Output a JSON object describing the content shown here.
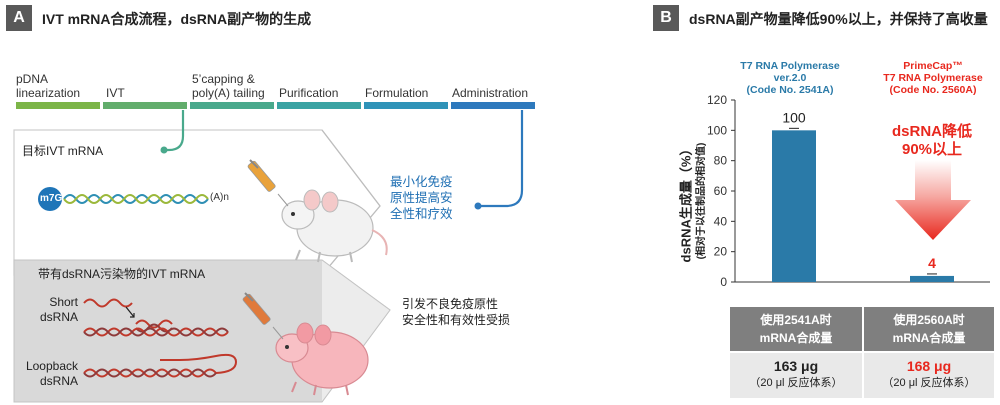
{
  "panel_a": {
    "letter": "A",
    "title": "IVT mRNA合成流程，dsRNA副产物的生成",
    "steps": [
      {
        "label_line1": "pDNA",
        "label_line2": "linearization",
        "color": "#7cb548"
      },
      {
        "label_line1": "",
        "label_line2": "IVT",
        "color": "#62ad6c"
      },
      {
        "label_line1": "5’capping &",
        "label_line2": "poly(A) tailing",
        "color": "#49a98c"
      },
      {
        "label_line1": "",
        "label_line2": "Purification",
        "color": "#3aa3a3"
      },
      {
        "label_line1": "",
        "label_line2": "Formulation",
        "color": "#2f93b8"
      },
      {
        "label_line1": "",
        "label_line2": "Administration",
        "color": "#2d79bd"
      }
    ],
    "target_label": "目标IVT mRNA",
    "cap_label": "m7G",
    "polya_label": "(A)n",
    "blue_note_lines": [
      "最小化免疫",
      "原性提高安",
      "全性和疗效"
    ],
    "contaminated_label": "带有dsRNA污染物的IVT mRNA",
    "short_label_lines": [
      "Short",
      "dsRNA"
    ],
    "loop_label_lines": [
      "Loopback",
      "dsRNA"
    ],
    "bad_note_lines": [
      "引发不良免疫原性",
      "安全性和有效性受损"
    ]
  },
  "panel_b": {
    "letter": "B",
    "title": "dsRNA副产物量降低90%以上，并保持了高收量",
    "enzyme1_lines": [
      "T7 RNA Polymerase",
      "ver.2.0",
      "(Code No. 2541A)"
    ],
    "enzyme2_lines": [
      "PrimeCap™",
      "T7 RNA Polymerase",
      "(Code No. 2560A)"
    ],
    "reduction_lines": [
      "dsRNA降低",
      "90%以上"
    ],
    "table": {
      "headers": [
        [
          "使用2541A时",
          "mRNA合成量"
        ],
        [
          "使用2560A时",
          "mRNA合成量"
        ]
      ],
      "values": [
        "163 μg",
        "168 μg"
      ],
      "subs": [
        "（20 μl 反应体系）",
        "（20 μl 反应体系）"
      ]
    }
  },
  "chart_data": {
    "type": "bar",
    "categories": [
      "T7 RNA Polymerase ver.2.0 (Code No. 2541A)",
      "PrimeCap™ T7 RNA Polymerase (Code No. 2560A)"
    ],
    "values": [
      100,
      4
    ],
    "value_labels": [
      "100",
      "4"
    ],
    "ylabel": "dsRNA生成量（%）",
    "ylabel_sub": "(相对于以往制品的相对值)",
    "ylim": [
      0,
      120
    ],
    "yticks": [
      0,
      20,
      40,
      60,
      80,
      100,
      120
    ],
    "grid": false,
    "colors": {
      "bar": "#2a7aa8",
      "label1": "#222222",
      "label2": "#e8281e"
    }
  }
}
